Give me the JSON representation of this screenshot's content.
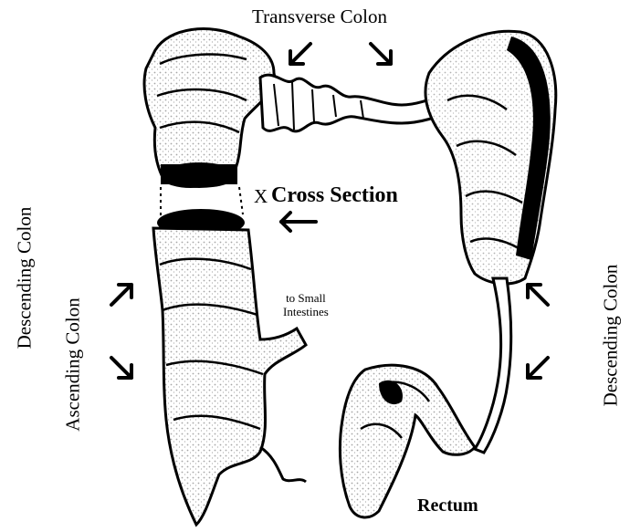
{
  "labels": {
    "transverse": "Transverse Colon",
    "descending_left": "Descending Colon",
    "ascending": "Ascending Colon",
    "cross_marker": "X",
    "cross_section": "Cross Section",
    "small_intestines": "to Small\nIntestines",
    "descending_right": "Descending Colon",
    "rectum": "Rectum"
  },
  "colors": {
    "ink": "#000000",
    "paper": "#ffffff",
    "tissue": "#f4f4f4"
  }
}
